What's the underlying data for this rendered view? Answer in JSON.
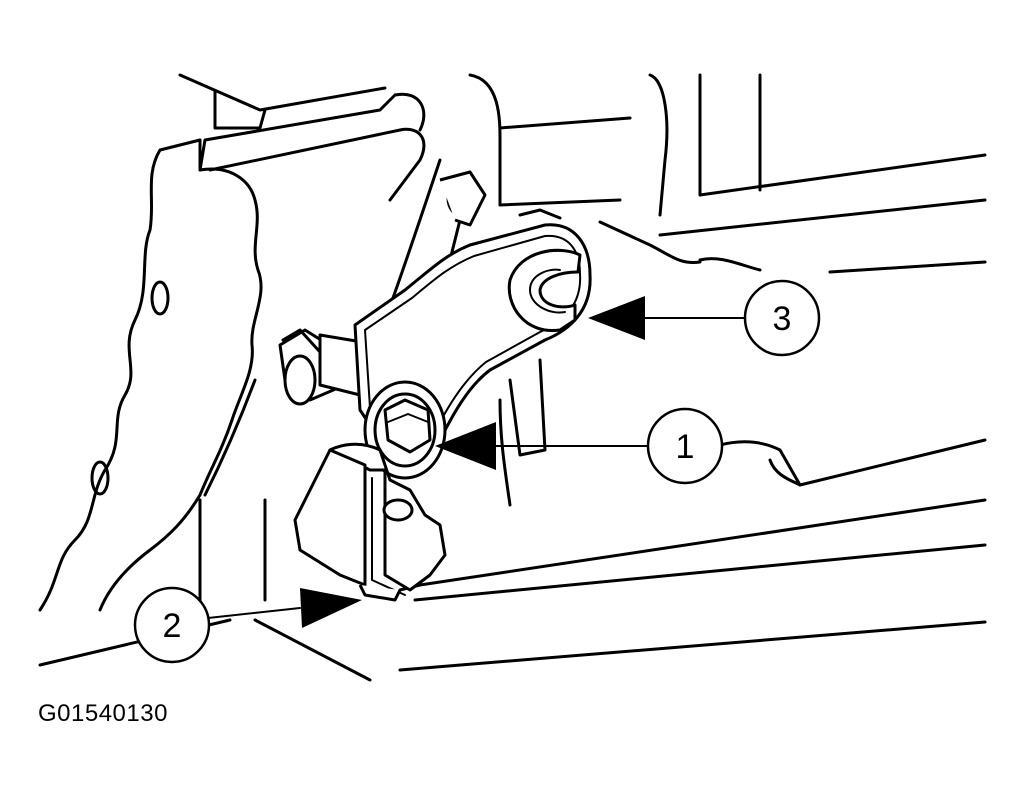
{
  "figure_id": "G01540130",
  "callouts": [
    {
      "label": "1"
    },
    {
      "label": "2"
    },
    {
      "label": "3"
    }
  ],
  "colors": {
    "ink": "#000000",
    "paper": "#ffffff"
  }
}
